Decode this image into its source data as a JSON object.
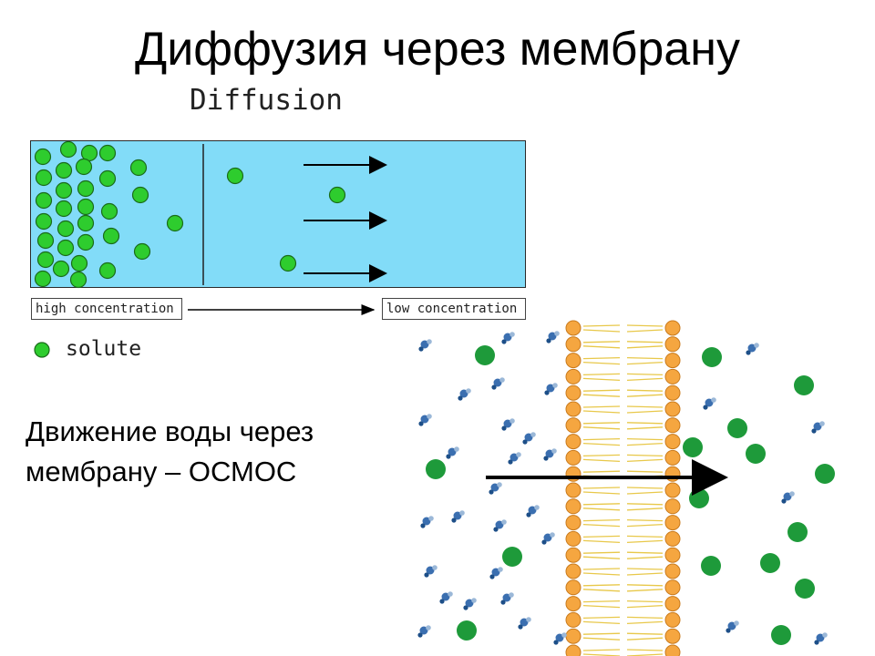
{
  "slide": {
    "title": "Диффузия через мембрану",
    "osmosis_text": "Движение воды через мембрану – ОСМОС"
  },
  "diffusion": {
    "heading": "Diffusion",
    "high_label": "high concentration",
    "low_label": "low concentration",
    "legend_label": "solute",
    "solute_color": "#2ecc2e",
    "background_color": "#82dcf8"
  },
  "osmosis": {
    "solute_color": "#1e9a3a",
    "membrane_color": "#f5a640"
  }
}
